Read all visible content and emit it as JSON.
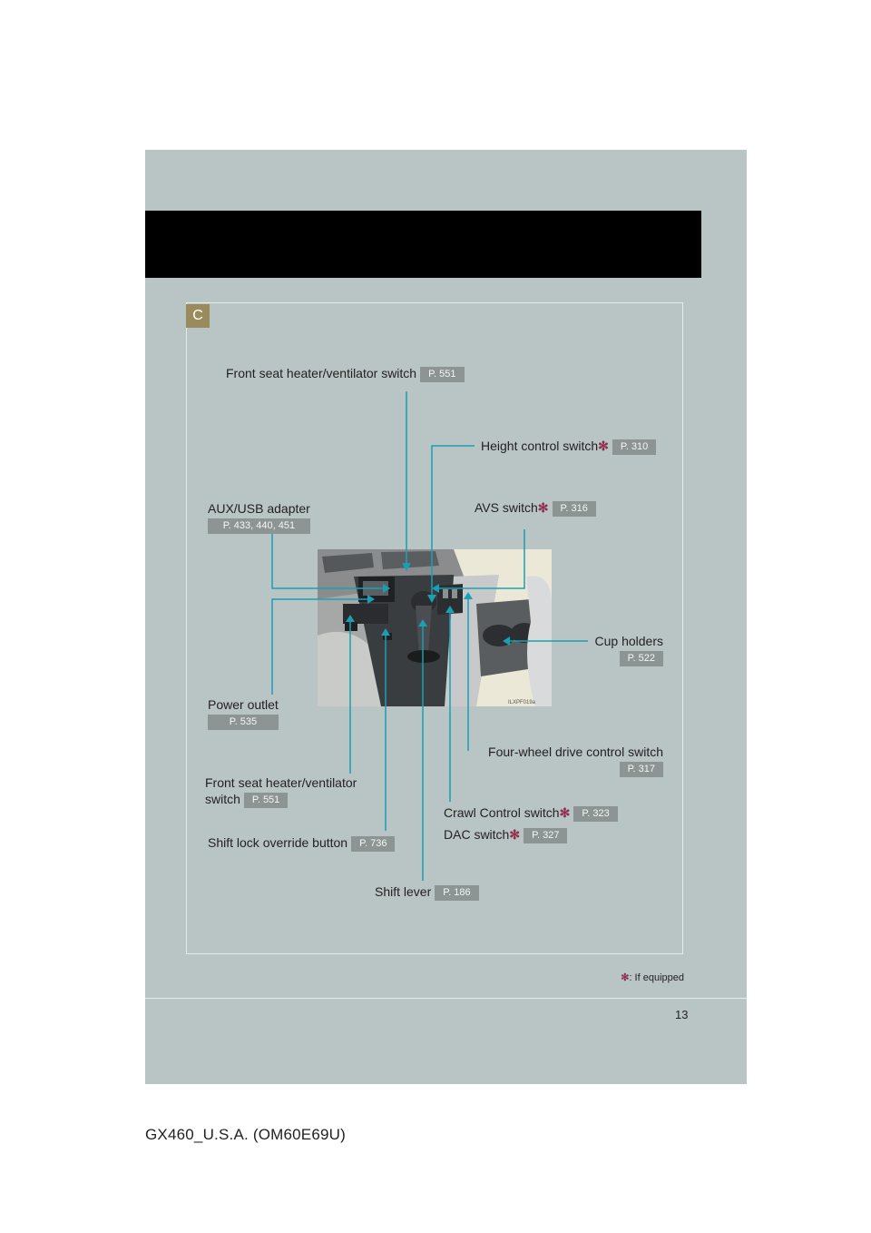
{
  "section_letter": "C",
  "page_number": "13",
  "footer_code": "GX460_U.S.A. (OM60E69U)",
  "footnote": {
    "symbol": "✻",
    "text": ": If equipped"
  },
  "photo_code": "ILXPF019a",
  "colors": {
    "panel": "#b9c4c4",
    "header": "#000000",
    "tab": "#9b8a5c",
    "badge": "#8d9494",
    "asterisk": "#8f2e4d"
  },
  "callouts": {
    "front_seat_top": {
      "label": "Front seat heater/ventilator switch",
      "page": "P. 551"
    },
    "height_control": {
      "label": "Height control switch",
      "page": "P. 310",
      "if_equipped": "✻"
    },
    "aux_usb": {
      "label": "AUX/USB adapter",
      "page": "P. 433, 440, 451"
    },
    "avs": {
      "label": "AVS switch",
      "page": "P. 316",
      "if_equipped": "✻"
    },
    "cup_holders": {
      "label": "Cup holders",
      "page": "P. 522"
    },
    "power_outlet": {
      "label": "Power outlet",
      "page": "P. 535"
    },
    "four_wheel": {
      "label": "Four-wheel drive control switch",
      "page": "P. 317"
    },
    "front_seat_bottom": {
      "label_line1": "Front seat heater/ventilator",
      "label_line2": "switch",
      "page": "P. 551"
    },
    "crawl_control": {
      "label": "Crawl Control switch",
      "page": "P. 323",
      "if_equipped": "✻"
    },
    "dac": {
      "label": "DAC switch",
      "page": "P. 327",
      "if_equipped": "✻"
    },
    "shift_lock": {
      "label": "Shift lock override button",
      "page": "P. 736"
    },
    "shift_lever": {
      "label": "Shift lever",
      "page": "P. 186"
    }
  }
}
